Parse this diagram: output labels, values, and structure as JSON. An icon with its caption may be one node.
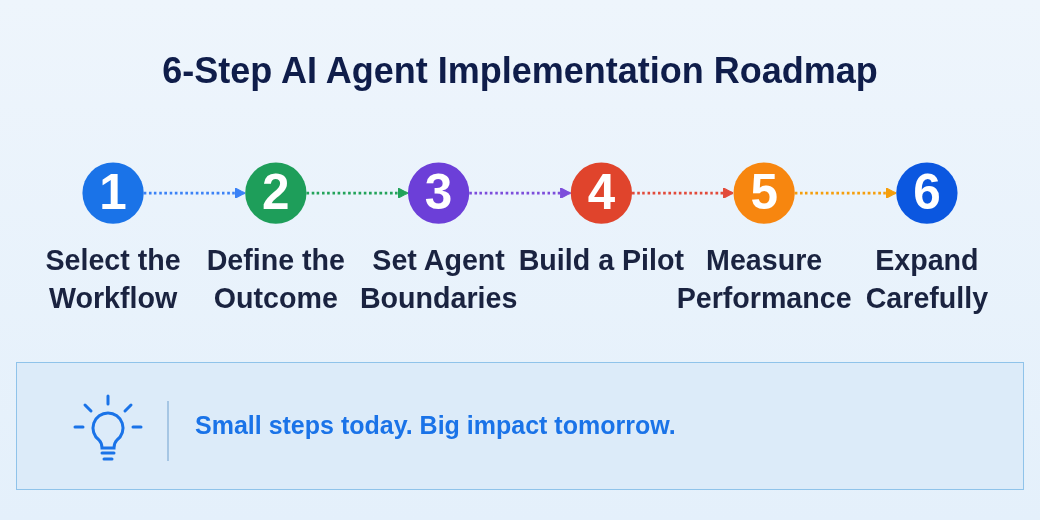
{
  "diagram": {
    "title": "6-Step AI Agent Implementation Roadmap",
    "nodes": [
      {
        "text": [
          "1"
        ],
        "beside": [
          "Select the Workflow"
        ]
      },
      {
        "text": [
          "2"
        ],
        "beside": [
          "Define the Outcome"
        ]
      },
      {
        "text": [
          "3"
        ],
        "beside": [
          "Set Agent Boundaries"
        ]
      },
      {
        "text": [
          "4"
        ],
        "beside": [
          "Build a Pilot"
        ]
      },
      {
        "text": [
          "5"
        ],
        "beside": [
          "Measure Performance"
        ]
      },
      {
        "text": [
          "6"
        ],
        "beside": [
          "Expand Carefully"
        ]
      }
    ],
    "edges": [
      {
        "from": 0,
        "to": 1,
        "arrow": "to",
        "style": "dashed",
        "color": "#3b82f6"
      },
      {
        "from": 1,
        "to": 2,
        "arrow": "to",
        "style": "dashed",
        "color": "#22a35a"
      },
      {
        "from": 2,
        "to": 3,
        "arrow": "to",
        "style": "dashed",
        "color": "#7c4ddb"
      },
      {
        "from": 3,
        "to": 4,
        "arrow": "to",
        "style": "dashed",
        "color": "#e24a3a"
      },
      {
        "from": 4,
        "to": 5,
        "arrow": "to",
        "style": "dashed",
        "color": "#f59e0b"
      }
    ],
    "labels": [
      "Small steps today. Big impact tomorrow."
    ]
  }
}
